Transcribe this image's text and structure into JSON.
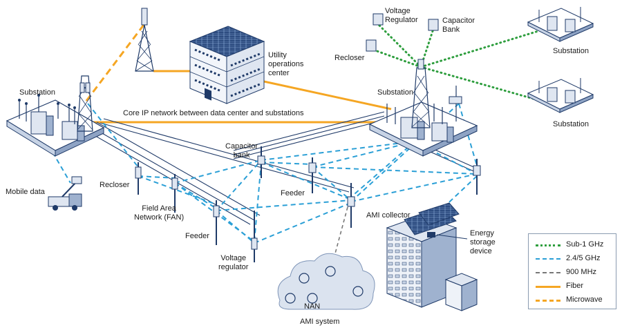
{
  "labels": {
    "substation_left": "Substation",
    "mobile_data": "Mobile data",
    "utility_ops": [
      "Utility",
      "operations",
      "center"
    ],
    "core_ip": "Core IP network between data center and substations",
    "substation_center": "Substation",
    "voltage_regulator_top": [
      "Voltage",
      "Regulator"
    ],
    "capacitor_bank_top": [
      "Capacitor",
      "Bank"
    ],
    "recloser_top": "Recloser",
    "substation_right_top": "Substation",
    "substation_right_bottom": "Substation",
    "capacitor_bank": [
      "Capacitor",
      "bank"
    ],
    "recloser": "Recloser",
    "fan": [
      "Field Area",
      "Network (FAN)"
    ],
    "feeder_left": "Feeder",
    "feeder_center": "Feeder",
    "ami_collector": "AMI collector",
    "voltage_regulator": [
      "Voltage",
      "regulator"
    ],
    "energy_storage": [
      "Energy",
      "storage",
      "device"
    ],
    "nan": "NAN",
    "ami_system": "AMI system"
  },
  "legend": [
    {
      "label": "Sub-1 GHz",
      "color": "#2e9e3e",
      "style": "dotted"
    },
    {
      "label": "2.4/5 GHz",
      "color": "#2a9fd6",
      "style": "dashed"
    },
    {
      "label": "900 MHz",
      "color": "#777777",
      "style": "dashed"
    },
    {
      "label": "Fiber",
      "color": "#f5a623",
      "style": "solid"
    },
    {
      "label": "Microwave",
      "color": "#f5a623",
      "style": "dashed"
    }
  ],
  "colors": {
    "equipment": "#1f3a68",
    "light_fill": "#dfe6f1",
    "mid_fill": "#9fb2cf",
    "cloud": "#dbe3ef"
  }
}
